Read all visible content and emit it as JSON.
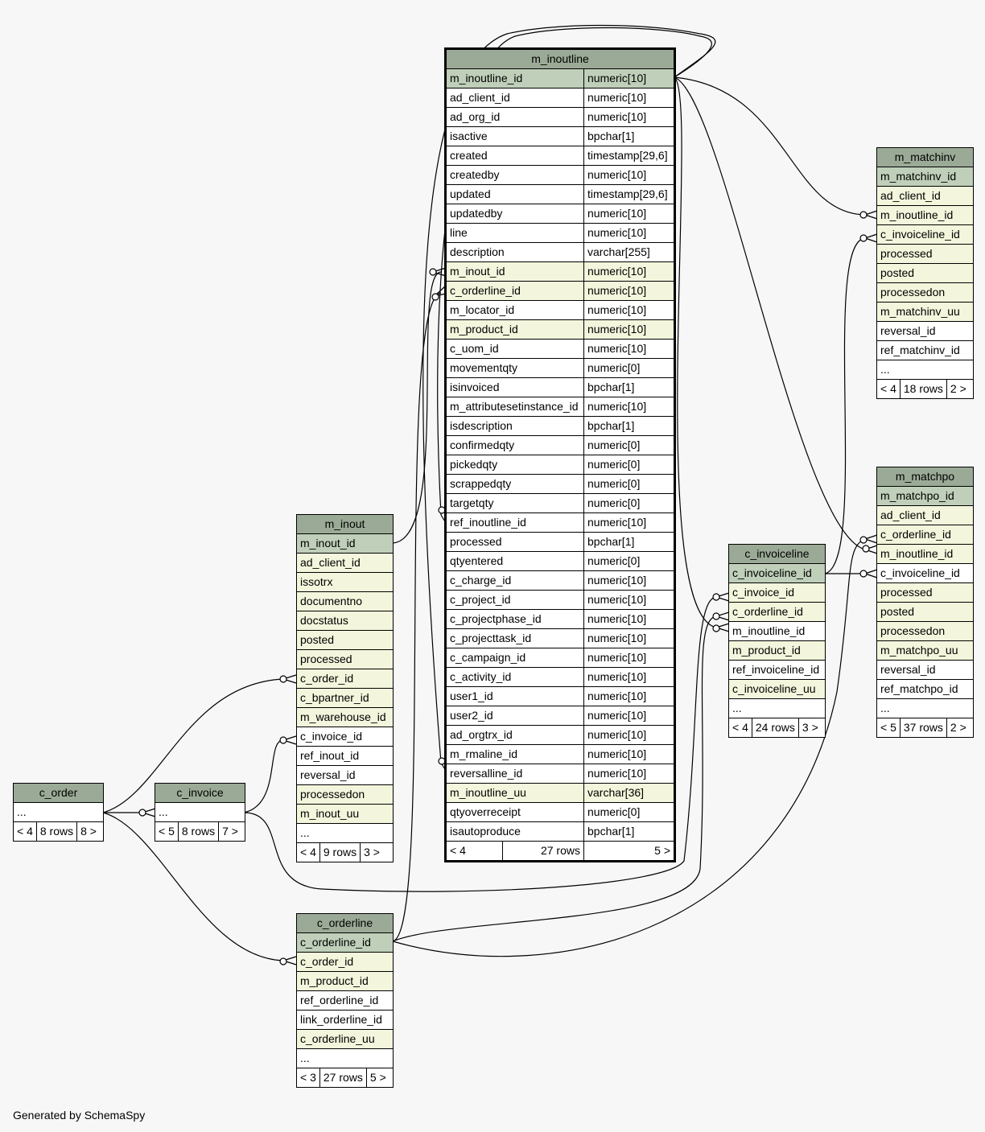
{
  "tables": {
    "m_inoutline": {
      "name": "m_inoutline",
      "columns": [
        {
          "name": "m_inoutline_id",
          "type": "numeric[10]",
          "kind": "pk"
        },
        {
          "name": "ad_client_id",
          "type": "numeric[10]",
          "kind": "plain"
        },
        {
          "name": "ad_org_id",
          "type": "numeric[10]",
          "kind": "plain"
        },
        {
          "name": "isactive",
          "type": "bpchar[1]",
          "kind": "plain"
        },
        {
          "name": "created",
          "type": "timestamp[29,6]",
          "kind": "plain"
        },
        {
          "name": "createdby",
          "type": "numeric[10]",
          "kind": "plain"
        },
        {
          "name": "updated",
          "type": "timestamp[29,6]",
          "kind": "plain"
        },
        {
          "name": "updatedby",
          "type": "numeric[10]",
          "kind": "plain"
        },
        {
          "name": "line",
          "type": "numeric[10]",
          "kind": "plain"
        },
        {
          "name": "description",
          "type": "varchar[255]",
          "kind": "plain"
        },
        {
          "name": "m_inout_id",
          "type": "numeric[10]",
          "kind": "fk"
        },
        {
          "name": "c_orderline_id",
          "type": "numeric[10]",
          "kind": "fk"
        },
        {
          "name": "m_locator_id",
          "type": "numeric[10]",
          "kind": "plain"
        },
        {
          "name": "m_product_id",
          "type": "numeric[10]",
          "kind": "fk"
        },
        {
          "name": "c_uom_id",
          "type": "numeric[10]",
          "kind": "plain"
        },
        {
          "name": "movementqty",
          "type": "numeric[0]",
          "kind": "plain"
        },
        {
          "name": "isinvoiced",
          "type": "bpchar[1]",
          "kind": "plain"
        },
        {
          "name": "m_attributesetinstance_id",
          "type": "numeric[10]",
          "kind": "plain"
        },
        {
          "name": "isdescription",
          "type": "bpchar[1]",
          "kind": "plain"
        },
        {
          "name": "confirmedqty",
          "type": "numeric[0]",
          "kind": "plain"
        },
        {
          "name": "pickedqty",
          "type": "numeric[0]",
          "kind": "plain"
        },
        {
          "name": "scrappedqty",
          "type": "numeric[0]",
          "kind": "plain"
        },
        {
          "name": "targetqty",
          "type": "numeric[0]",
          "kind": "plain"
        },
        {
          "name": "ref_inoutline_id",
          "type": "numeric[10]",
          "kind": "plain"
        },
        {
          "name": "processed",
          "type": "bpchar[1]",
          "kind": "plain"
        },
        {
          "name": "qtyentered",
          "type": "numeric[0]",
          "kind": "plain"
        },
        {
          "name": "c_charge_id",
          "type": "numeric[10]",
          "kind": "plain"
        },
        {
          "name": "c_project_id",
          "type": "numeric[10]",
          "kind": "plain"
        },
        {
          "name": "c_projectphase_id",
          "type": "numeric[10]",
          "kind": "plain"
        },
        {
          "name": "c_projecttask_id",
          "type": "numeric[10]",
          "kind": "plain"
        },
        {
          "name": "c_campaign_id",
          "type": "numeric[10]",
          "kind": "plain"
        },
        {
          "name": "c_activity_id",
          "type": "numeric[10]",
          "kind": "plain"
        },
        {
          "name": "user1_id",
          "type": "numeric[10]",
          "kind": "plain"
        },
        {
          "name": "user2_id",
          "type": "numeric[10]",
          "kind": "plain"
        },
        {
          "name": "ad_orgtrx_id",
          "type": "numeric[10]",
          "kind": "plain"
        },
        {
          "name": "m_rmaline_id",
          "type": "numeric[10]",
          "kind": "plain"
        },
        {
          "name": "reversalline_id",
          "type": "numeric[10]",
          "kind": "plain"
        },
        {
          "name": "m_inoutline_uu",
          "type": "varchar[36]",
          "kind": "fk"
        },
        {
          "name": "qtyoverreceipt",
          "type": "numeric[0]",
          "kind": "plain"
        },
        {
          "name": "isautoproduce",
          "type": "bpchar[1]",
          "kind": "plain"
        }
      ],
      "footer": [
        "< 4",
        "27 rows",
        "5 >"
      ]
    },
    "m_matchinv": {
      "name": "m_matchinv",
      "columns": [
        {
          "name": "m_matchinv_id",
          "kind": "pk"
        },
        {
          "name": "ad_client_id",
          "kind": "fk"
        },
        {
          "name": "m_inoutline_id",
          "kind": "fk"
        },
        {
          "name": "c_invoiceline_id",
          "kind": "fk"
        },
        {
          "name": "processed",
          "kind": "fk"
        },
        {
          "name": "posted",
          "kind": "fk"
        },
        {
          "name": "processedon",
          "kind": "fk"
        },
        {
          "name": "m_matchinv_uu",
          "kind": "fk"
        },
        {
          "name": "reversal_id",
          "kind": "plain"
        },
        {
          "name": "ref_matchinv_id",
          "kind": "plain"
        },
        {
          "name": "...",
          "kind": "plain"
        }
      ],
      "footer": [
        "< 4",
        "18 rows",
        "2 >"
      ]
    },
    "m_matchpo": {
      "name": "m_matchpo",
      "columns": [
        {
          "name": "m_matchpo_id",
          "kind": "pk"
        },
        {
          "name": "ad_client_id",
          "kind": "fk"
        },
        {
          "name": "c_orderline_id",
          "kind": "fk"
        },
        {
          "name": "m_inoutline_id",
          "kind": "fk"
        },
        {
          "name": "c_invoiceline_id",
          "kind": "plain"
        },
        {
          "name": "processed",
          "kind": "fk"
        },
        {
          "name": "posted",
          "kind": "fk"
        },
        {
          "name": "processedon",
          "kind": "fk"
        },
        {
          "name": "m_matchpo_uu",
          "kind": "fk"
        },
        {
          "name": "reversal_id",
          "kind": "plain"
        },
        {
          "name": "ref_matchpo_id",
          "kind": "plain"
        },
        {
          "name": "...",
          "kind": "plain"
        }
      ],
      "footer": [
        "< 5",
        "37 rows",
        "2 >"
      ]
    },
    "c_invoiceline": {
      "name": "c_invoiceline",
      "columns": [
        {
          "name": "c_invoiceline_id",
          "kind": "pk"
        },
        {
          "name": "c_invoice_id",
          "kind": "fk"
        },
        {
          "name": "c_orderline_id",
          "kind": "fk"
        },
        {
          "name": "m_inoutline_id",
          "kind": "plain"
        },
        {
          "name": "m_product_id",
          "kind": "fk"
        },
        {
          "name": "ref_invoiceline_id",
          "kind": "plain"
        },
        {
          "name": "c_invoiceline_uu",
          "kind": "fk"
        },
        {
          "name": "...",
          "kind": "plain"
        }
      ],
      "footer": [
        "< 4",
        "24 rows",
        "3 >"
      ]
    },
    "m_inout": {
      "name": "m_inout",
      "columns": [
        {
          "name": "m_inout_id",
          "kind": "pk"
        },
        {
          "name": "ad_client_id",
          "kind": "fk"
        },
        {
          "name": "issotrx",
          "kind": "fk"
        },
        {
          "name": "documentno",
          "kind": "fk"
        },
        {
          "name": "docstatus",
          "kind": "fk"
        },
        {
          "name": "posted",
          "kind": "fk"
        },
        {
          "name": "processed",
          "kind": "fk"
        },
        {
          "name": "c_order_id",
          "kind": "fk"
        },
        {
          "name": "c_bpartner_id",
          "kind": "fk"
        },
        {
          "name": "m_warehouse_id",
          "kind": "fk"
        },
        {
          "name": "c_invoice_id",
          "kind": "plain"
        },
        {
          "name": "ref_inout_id",
          "kind": "plain"
        },
        {
          "name": "reversal_id",
          "kind": "plain"
        },
        {
          "name": "processedon",
          "kind": "fk"
        },
        {
          "name": "m_inout_uu",
          "kind": "fk"
        },
        {
          "name": "...",
          "kind": "plain"
        }
      ],
      "footer": [
        "< 4",
        "9 rows",
        "3 >"
      ]
    },
    "c_order": {
      "name": "c_order",
      "columns": [
        {
          "name": "...",
          "kind": "plain"
        }
      ],
      "footer": [
        "< 4",
        "8 rows",
        "8 >"
      ]
    },
    "c_invoice": {
      "name": "c_invoice",
      "columns": [
        {
          "name": "...",
          "kind": "plain"
        }
      ],
      "footer": [
        "< 5",
        "8 rows",
        "7 >"
      ]
    },
    "c_orderline": {
      "name": "c_orderline",
      "columns": [
        {
          "name": "c_orderline_id",
          "kind": "pk"
        },
        {
          "name": "c_order_id",
          "kind": "fk"
        },
        {
          "name": "m_product_id",
          "kind": "fk"
        },
        {
          "name": "ref_orderline_id",
          "kind": "plain"
        },
        {
          "name": "link_orderline_id",
          "kind": "plain"
        },
        {
          "name": "c_orderline_uu",
          "kind": "fk"
        },
        {
          "name": "...",
          "kind": "plain"
        }
      ],
      "footer": [
        "< 3",
        "27 rows",
        "5 >"
      ]
    }
  },
  "credit": "Generated by SchemaSpy",
  "colors": {
    "header": "#9baa96",
    "pk": "#bfcfb9",
    "fk": "#f3f6dc",
    "plain": "#ffffff",
    "background": "#f7f7f7"
  }
}
